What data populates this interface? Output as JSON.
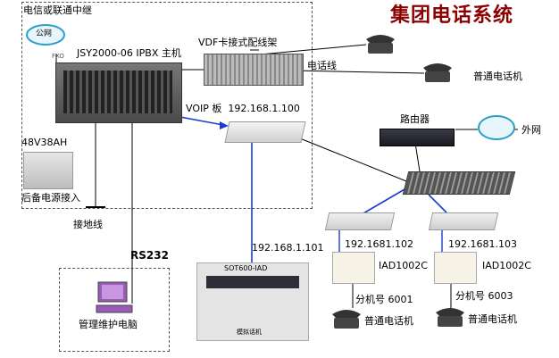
{
  "title": "集团电话系统",
  "labels": {
    "trunk": "电信或联通中继",
    "cloud_left": "公网",
    "fxo": "FXO",
    "pbx": "JSY2000-06 IPBX 主机",
    "vdf": "VDF卡接式配线架",
    "phone_line": "电话线",
    "normal_phone_top": "普通电话机",
    "voip": "VOIP 板",
    "voip_ip": "192.168.1.100",
    "battery": "48V38AH",
    "backup_power": "后备电源接入",
    "ground": "接地线",
    "rs232": "RS232",
    "mgmt_pc": "管理维护电脑",
    "router": "路由器",
    "cloud_right": "外网",
    "gateway_ip": "192.168.1.101",
    "gateway_model": "SOT600-IAD",
    "analog_phone": "模拟话机",
    "iad1_ip": "192.1681.102",
    "iad1": "IAD1002C",
    "ext1": "分机号 6001",
    "phone1": "普通电话机",
    "iad2_ip": "192.1681.103",
    "iad2": "IAD1002C",
    "ext2": "分机号 6003",
    "phone2": "普通电话机"
  }
}
